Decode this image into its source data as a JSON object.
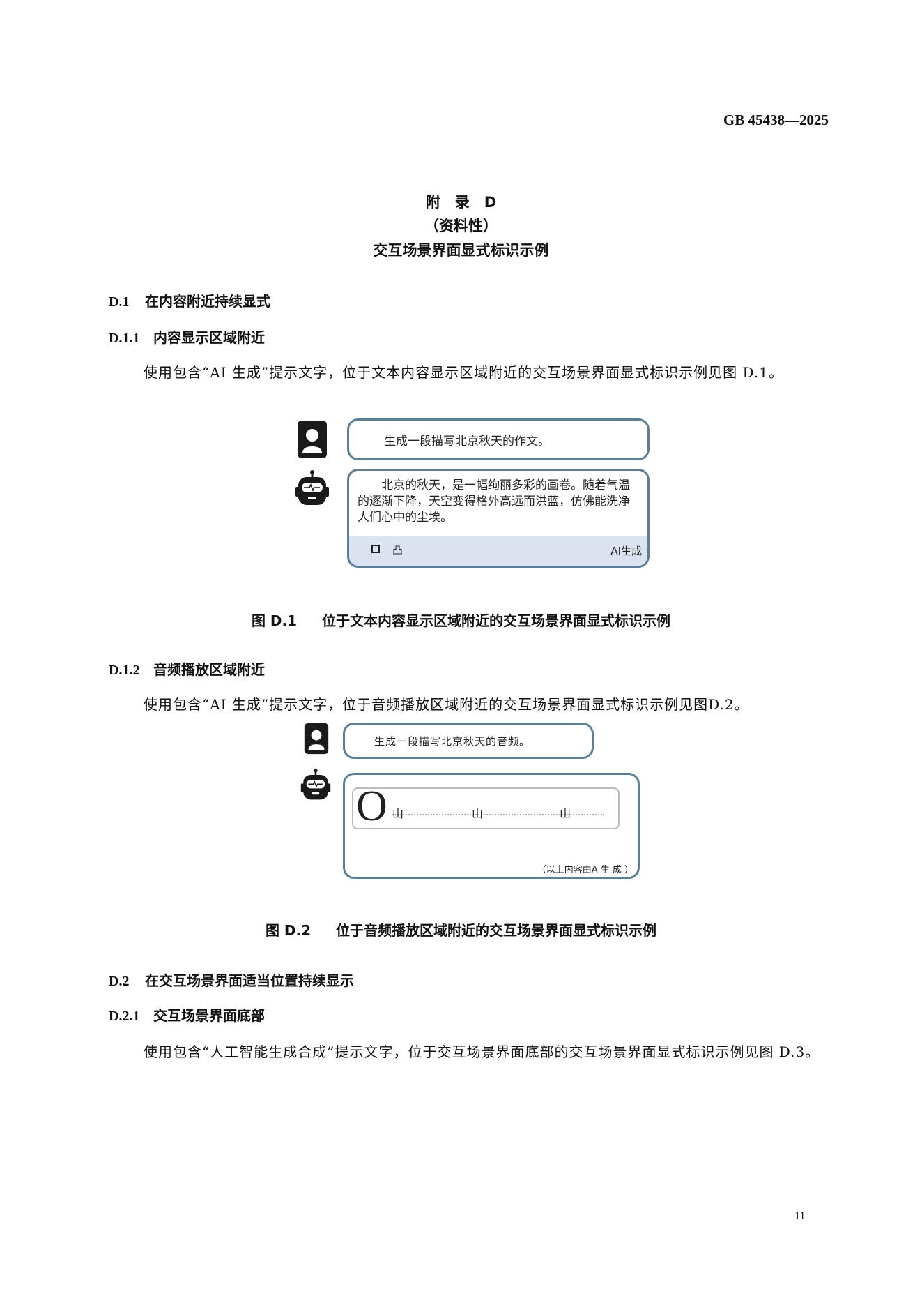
{
  "header": {
    "standard_number": "GB  45438—2025"
  },
  "appendix": {
    "title": "附　录　D",
    "type": "（资料性）",
    "subtitle": "交互场景界面显式标识示例"
  },
  "sections": [
    {
      "num": "D.1",
      "title": "在内容附近持续显式"
    },
    {
      "num": "D.1.1",
      "title": "内容显示区域附近"
    },
    {
      "num": "D.1.2",
      "title": "音频播放区域附近"
    },
    {
      "num": "D.2",
      "title": "在交互场景界面适当位置持续显示"
    },
    {
      "num": "D.2.1",
      "title": "交互场景界面底部"
    }
  ],
  "paragraphs": [
    "使用包含“AI  生成”提示文字，位于文本内容显示区域附近的交互场景界面显式标识示例见图 D.1。",
    "使用包含“AI 生成”提示文字，位于音频播放区域附近的交互场景界面显式标识示例见图D.2。",
    "使用包含“人工智能生成合成”提示文字，位于交互场景界面底部的交互场景界面显式标识示例见图 D.3。"
  ],
  "figure1": {
    "user_message": "生成一段描写北京秋天的作文。",
    "ai_message": "　　北京的秋天，是一幅绚丽多彩的画卷。随着气温的逐渐下降，天空变得格外高远而洪蓝，仿佛能洗净人们心中的尘埃。",
    "footer_icons": [
      "copy-icon",
      "thumbs-up-icon"
    ],
    "ai_label": "AI生成",
    "caption_num": "图 D.1",
    "caption": "位于文本内容显示区域附近的交互场景界面显式标识示例"
  },
  "figure2": {
    "user_message": "生成一段描写北京秋天的音频。",
    "play_glyph": "O",
    "wave_marks": [
      "山",
      "山",
      "山"
    ],
    "ai_label": "（以上内容由A 生 成 ）",
    "caption_num": "图 D.2",
    "caption": "位于音频播放区域附近的交互场景界面显式标识示例"
  },
  "page_number": "11"
}
